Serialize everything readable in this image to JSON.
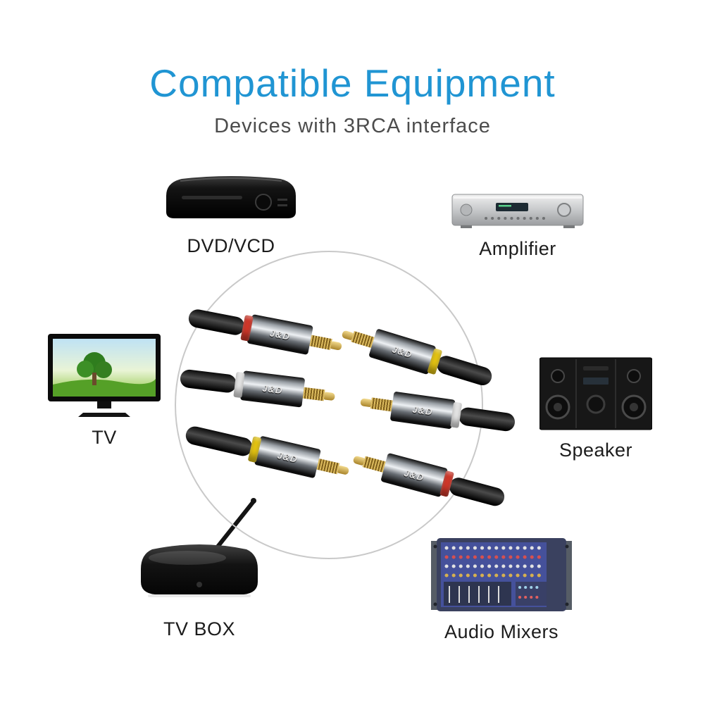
{
  "header": {
    "title": "Compatible Equipment",
    "subtitle": "Devices with 3RCA interface"
  },
  "devices": [
    {
      "id": "dvd",
      "label": "DVD/VCD"
    },
    {
      "id": "amplifier",
      "label": "Amplifier"
    },
    {
      "id": "tv",
      "label": "TV"
    },
    {
      "id": "speaker",
      "label": "Speaker"
    },
    {
      "id": "tvbox",
      "label": "TV BOX"
    },
    {
      "id": "mixers",
      "label": "Audio Mixers"
    }
  ],
  "cable": {
    "brand": "J&D",
    "left_connectors": [
      {
        "color_name": "red",
        "hex": "#dd3a2c"
      },
      {
        "color_name": "white",
        "hex": "#f2f2f2"
      },
      {
        "color_name": "yellow",
        "hex": "#f2cf12"
      }
    ],
    "right_connectors": [
      {
        "color_name": "yellow",
        "hex": "#f2cf12"
      },
      {
        "color_name": "white",
        "hex": "#f2f2f2"
      },
      {
        "color_name": "red",
        "hex": "#dd3a2c"
      }
    ]
  },
  "colors": {
    "title": "#2095d3",
    "subtitle": "#4c4c4c",
    "label": "#1c1c1c"
  }
}
